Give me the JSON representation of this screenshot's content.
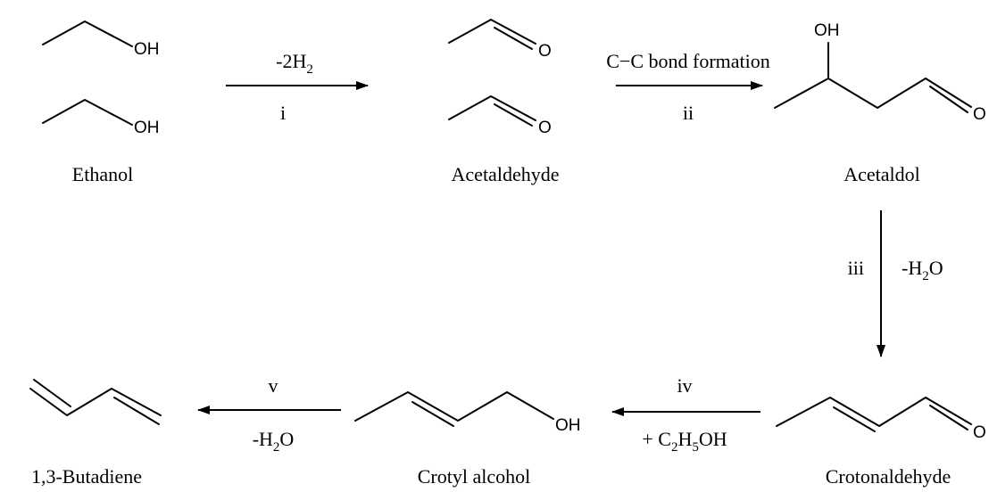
{
  "compounds": {
    "ethanol": "Ethanol",
    "acetaldehyde": "Acetaldehyde",
    "acetaldol": "Acetaldol",
    "crotonaldehyde": "Crotonaldehyde",
    "crotyl_alcohol": "Crotyl alcohol",
    "butadiene": "1,3-Butadiene"
  },
  "atoms": {
    "hydroxyl": "OH",
    "oxygen": "O"
  },
  "steps": {
    "i": {
      "numeral": "i",
      "above_prefix": "-2H",
      "above_sub": "2",
      "above_suffix": ""
    },
    "ii": {
      "numeral": "ii",
      "above": "C−C bond formation"
    },
    "iii": {
      "numeral": "iii",
      "side_prefix": "-H",
      "side_sub": "2",
      "side_suffix": "O"
    },
    "iv": {
      "numeral": "iv",
      "below_prefix": "+ C",
      "below_sub1": "2",
      "below_mid": "H",
      "below_sub2": "5",
      "below_suffix": "OH"
    },
    "v": {
      "numeral": "v",
      "below_prefix": "-H",
      "below_sub": "2",
      "below_suffix": "O"
    }
  }
}
